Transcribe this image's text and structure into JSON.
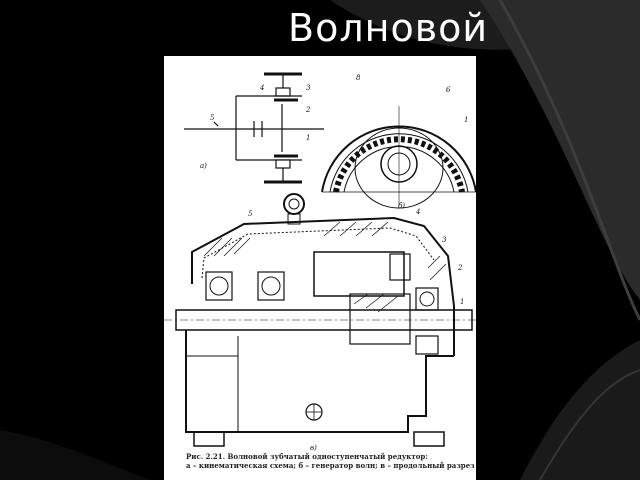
{
  "slide": {
    "title": "Волновой",
    "background": "#000000",
    "accent_grey": "#3a3a3a"
  },
  "figure": {
    "labels": {
      "a": "а)",
      "b": "б)",
      "v": "в)"
    },
    "part_numbers": {
      "n1": "1",
      "n2": "2",
      "n3": "3",
      "n4": "4",
      "n5": "5",
      "n6": "6",
      "n8": "8"
    },
    "caption_line1": "Рис. 2.21. Волновой зубчатый одноступенчатый редуктор:",
    "caption_line2": "а – кинематическая схема; б – генератор волн; в – продольный разрез"
  }
}
